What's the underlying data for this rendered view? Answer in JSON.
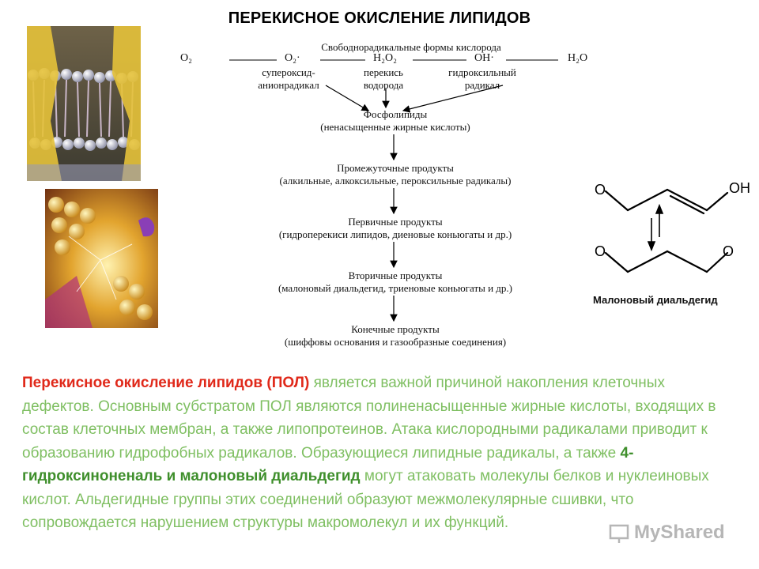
{
  "title": "ПЕРЕКИСНОЕ ОКИСЛЕНИЕ ЛИПИДОВ",
  "scheme": {
    "header": "Свободнорадикальные формы кислорода",
    "chain": {
      "o2": "O₂",
      "superoxide": "O₂·",
      "h2o2": "H₂O₂",
      "oh": "OH·",
      "h2o": "H₂O"
    },
    "chain_labels": {
      "superoxide_1": "супероксид-",
      "superoxide_2": "анионрадикал",
      "peroxide_1": "перекись",
      "peroxide_2": "водорода",
      "hydroxyl_1": "гидроксильный",
      "hydroxyl_2": "радикал"
    },
    "steps": [
      {
        "name": "Фосфолипиды",
        "detail": "(ненасыщенные жирные кислоты)"
      },
      {
        "name": "Промежуточные продукты",
        "detail": "(алкильные, алкоксильные, пероксильные радикалы)"
      },
      {
        "name": "Первичные продукты",
        "detail": "(гидроперекиси липидов, диеновые коньюгаты и др.)"
      },
      {
        "name": "Вторичные продукты",
        "detail": "(малоновый диальдегид, триеновые коньюгаты и др.)"
      },
      {
        "name": "Конечные продукты",
        "detail": "(шиффовы основания и газообразные соединения)"
      }
    ]
  },
  "molecule": {
    "atom_o": "O",
    "atom_oh": "OH",
    "caption": "Малоновый диальдегид"
  },
  "paragraph": {
    "p1": "Перекисное окисление липидов (ПОЛ)",
    "p2": " является важной причиной накопления клеточных дефектов. Основным субстратом ПОЛ являются полиненасыщенные жирные кислоты, входящих в состав клеточных мембран, а также липопротеинов. Атака кислородными радикалами приводит к образованию гидрофобных радикалов. Образующиеся липидные радикалы, а также ",
    "p3": "4-гидроксиноненаль и малоновый диальдегид",
    "p4": " могут атаковать молекулы белков и нуклеиновых кислот. Альдегидные группы этих соединений образуют межмолекулярные сшивки, что сопровождается нарушением структуры макромолекул и их функций."
  },
  "watermark": "MyShared",
  "colors": {
    "title": "#000000",
    "highlight_red": "#e0291a",
    "text_green": "#7fbf62",
    "bold_green": "#3f8f2c",
    "watermark": "#b6b6b6"
  },
  "icons": [
    "membrane-illustration",
    "membrane-closeup-illustration",
    "arrow-down-icon",
    "equilibrium-arrows-icon",
    "presentation-icon"
  ]
}
